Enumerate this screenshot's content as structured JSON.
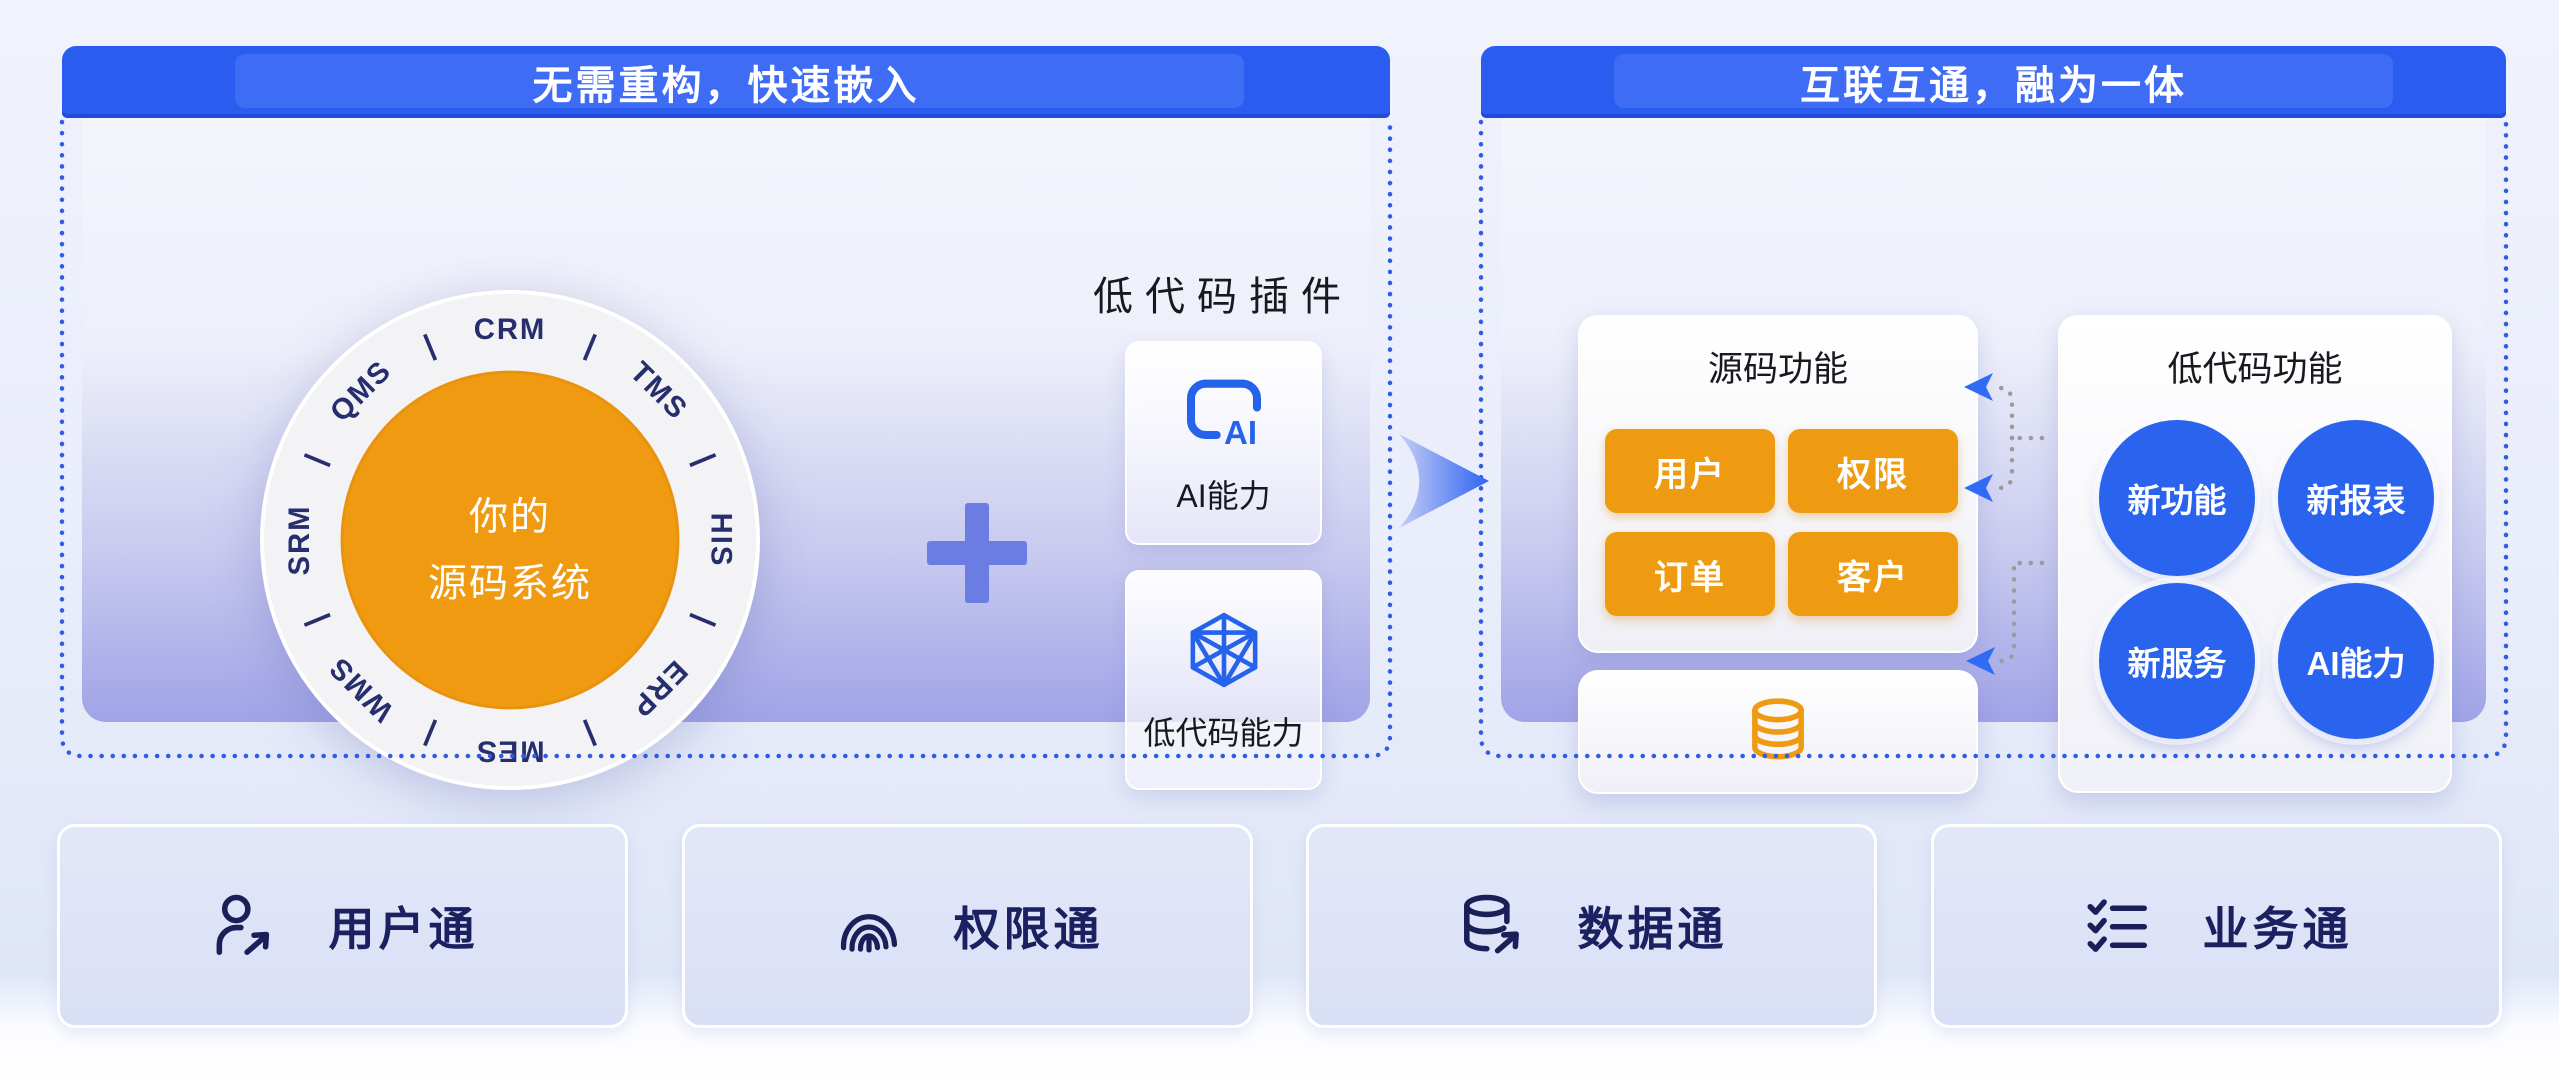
{
  "left_panel": {
    "header": "无需重构，快速嵌入",
    "ring": {
      "labels": [
        "CRM",
        "TMS",
        "HIS",
        "ERP",
        "MES",
        "WMS",
        "SRM",
        "QMS"
      ],
      "separators": [
        "|",
        "|",
        "|",
        "|",
        "|",
        "|",
        "|",
        "|"
      ],
      "center_line1": "你的",
      "center_line2": "源码系统"
    },
    "plugin": {
      "title": "低代码插件",
      "card_ai_label": "AI能力",
      "card_ai_icon_text": "AI",
      "card_lowcode_label": "低代码能力"
    }
  },
  "right_panel": {
    "header": "互联互通，融为一体",
    "source_box": {
      "title": "源码功能",
      "buttons": [
        "用户",
        "权限",
        "订单",
        "客户"
      ]
    },
    "lowcode_box": {
      "title": "低代码功能",
      "circles": [
        "新功能",
        "新报表",
        "新服务",
        "AI能力"
      ]
    }
  },
  "bottom_cards": [
    {
      "icon": "user-share-icon",
      "label": "用户通"
    },
    {
      "icon": "fingerprint-icon",
      "label": "权限通"
    },
    {
      "icon": "database-share-icon",
      "label": "数据通"
    },
    {
      "icon": "checklist-icon",
      "label": "业务通"
    }
  ],
  "colors": {
    "header_blue": "#2b5cf0",
    "accent_blue": "#2563eb",
    "orange": "#ef9a11",
    "navy_text": "#1b2160",
    "periwinkle": "#6b7de2",
    "dotted_border_blue": "#2f5ce5",
    "connector_gray": "#9b9b9b"
  }
}
